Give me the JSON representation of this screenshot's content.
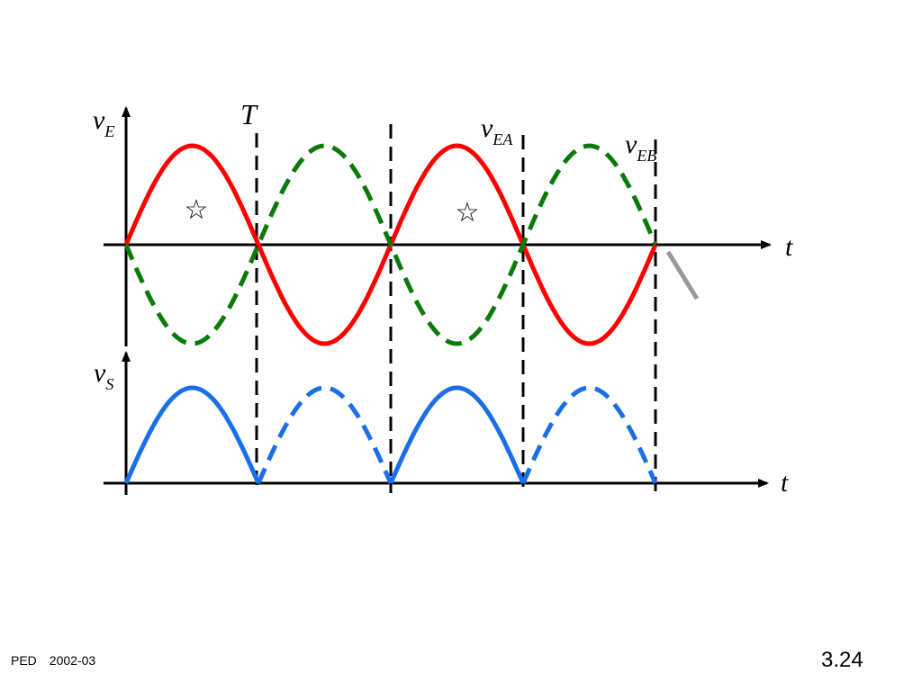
{
  "labels": {
    "vE": {
      "main": "v",
      "sub": "E"
    },
    "vS": {
      "main": "v",
      "sub": "S"
    },
    "T": "T",
    "vEA": {
      "main": "v",
      "sub": "EA"
    },
    "vEB": {
      "main": "v",
      "sub": "EB"
    },
    "t_top": "t",
    "t_bottom": "t",
    "star": "☆"
  },
  "colors": {
    "vEA": "#ff0000",
    "vEB": "#0a7a0a",
    "vS": "#1a6fe8",
    "axis": "#000000",
    "marker": "#999999"
  },
  "diagram": {
    "periods": 2,
    "boundaries_dashed": 4
  },
  "footer": {
    "course": "PED",
    "year": "2002-03",
    "slide_number": "3.24"
  }
}
